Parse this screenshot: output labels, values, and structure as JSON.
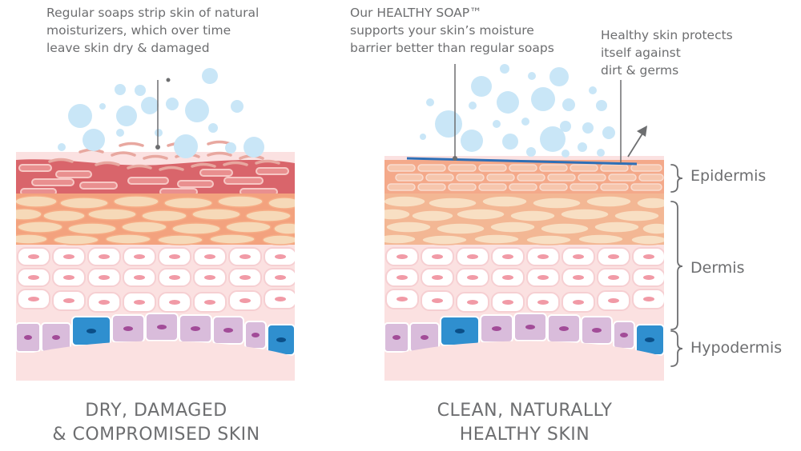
{
  "callouts": {
    "regular_soap": [
      "Regular soaps strip skin of natural",
      "moisturizers, which over time",
      "leave skin dry & damaged"
    ],
    "healthy_soap": [
      "Our HEALTHY SOAP™",
      "supports your skin’s moisture",
      "barrier better than regular soaps"
    ],
    "protection": [
      "Healthy skin protects",
      "itself against",
      "dirt & germs"
    ]
  },
  "captions": {
    "left": [
      "DRY, DAMAGED",
      "& COMPROMISED SKIN"
    ],
    "right": [
      "CLEAN, NATURALLY",
      "HEALTHY SKIN"
    ]
  },
  "layers": {
    "epidermis": "Epidermis",
    "dermis": "Dermis",
    "hypodermis": "Hypodermis"
  },
  "colors": {
    "text": "#6d6e70",
    "bubble": "#c9e6f7",
    "damaged_epidermis": "#d9656b",
    "healthy_epidermis": "#f4a98a",
    "fat_cells": "#f6d9b8",
    "dermis_cells": "#fbe6e7",
    "hypodermis_cells": "#d9bcdb",
    "blue_cells": "#2f8fcf",
    "moisture_barrier": "#2e6fb6"
  },
  "icons": [
    "bubble-icon",
    "arrow-icon",
    "brace-icon"
  ]
}
